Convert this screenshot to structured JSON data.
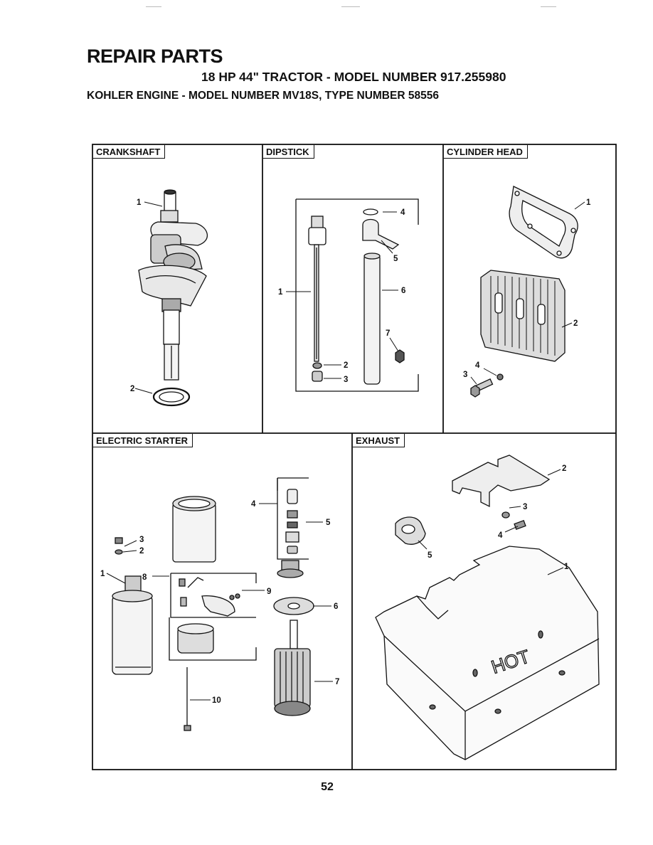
{
  "header": {
    "title": "REPAIR PARTS",
    "model_line": "18 HP 44\" TRACTOR - MODEL NUMBER 917.255980",
    "engine_line": "KOHLER ENGINE - MODEL NUMBER MV18S, TYPE NUMBER 58556"
  },
  "panels": {
    "crankshaft": {
      "label": "CRANKSHAFT",
      "callouts": [
        "1",
        "2"
      ]
    },
    "dipstick": {
      "label": "DIPSTICK",
      "callouts": [
        "1",
        "2",
        "3",
        "4",
        "5",
        "6",
        "7"
      ]
    },
    "cylinder_head": {
      "label": "CYLINDER HEAD",
      "callouts": [
        "1",
        "2",
        "3",
        "4"
      ]
    },
    "electric_starter": {
      "label": "ELECTRIC STARTER",
      "callouts": [
        "1",
        "2",
        "3",
        "4",
        "5",
        "6",
        "7",
        "8",
        "9",
        "10"
      ]
    },
    "exhaust": {
      "label": "EXHAUST",
      "callouts": [
        "1",
        "2",
        "3",
        "4",
        "5"
      ],
      "shield_text": "HOT"
    }
  },
  "footer": {
    "page_number": "52"
  }
}
